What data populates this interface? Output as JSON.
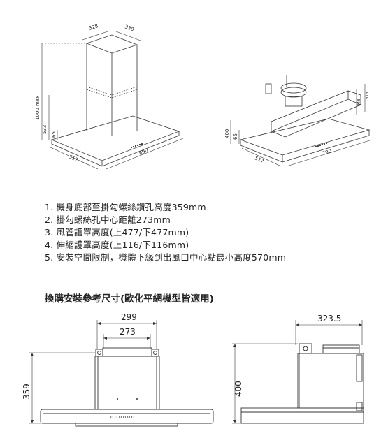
{
  "top_left_diagram": {
    "dims": [
      "328",
      "330",
      "1000 max",
      "533",
      "65",
      "517",
      "890"
    ]
  },
  "top_right_diagram": {
    "dims": [
      "400",
      "65",
      "517",
      "790",
      "313",
      "348"
    ]
  },
  "notes": [
    "1. 機身底部至掛勾螺絲鑽孔高度359mm",
    "2. 掛勾螺絲孔中心距離273mm",
    "3. 風管護罩高度(上477/下477mm)",
    "4. 伸縮護罩高度(上116/下116mm)",
    "5. 安裝空間限制，機體下緣到出風口中心點最小高度570mm"
  ],
  "section_title": "換購安裝參考尺寸(歐化平網機型皆適用)",
  "bottom_front": {
    "width_outer": "299",
    "width_inner": "273",
    "height": "359"
  },
  "bottom_side": {
    "depth": "323.5",
    "height": "400"
  }
}
